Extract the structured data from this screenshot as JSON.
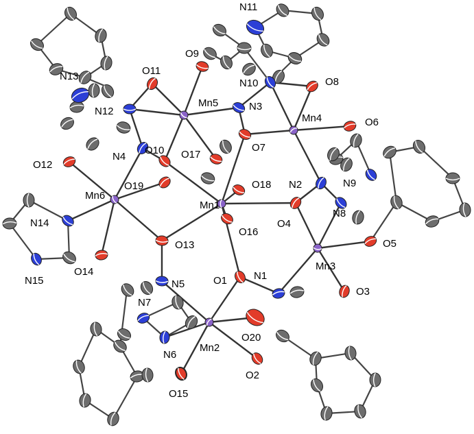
{
  "colors": {
    "metal": "#8a63c9",
    "oxygen": "#e23c2a",
    "nitrogen": "#2c3fd6",
    "carbon": "#6d6d6d",
    "bond": "#333333",
    "ellipsoid_stripe": "#ffffff"
  },
  "atoms": {
    "Mn1": {
      "label": "Mn1",
      "element": "Mn"
    },
    "Mn2": {
      "label": "Mn2",
      "element": "Mn"
    },
    "Mn3": {
      "label": "Mn3",
      "element": "Mn"
    },
    "Mn4": {
      "label": "Mn4",
      "element": "Mn"
    },
    "Mn5": {
      "label": "Mn5",
      "element": "Mn"
    },
    "Mn6": {
      "label": "Mn6",
      "element": "Mn"
    },
    "O1": {
      "label": "O1",
      "element": "O"
    },
    "O2": {
      "label": "O2",
      "element": "O"
    },
    "O3": {
      "label": "O3",
      "element": "O"
    },
    "O4": {
      "label": "O4",
      "element": "O"
    },
    "O5": {
      "label": "O5",
      "element": "O"
    },
    "O6": {
      "label": "O6",
      "element": "O"
    },
    "O7": {
      "label": "O7",
      "element": "O"
    },
    "O8": {
      "label": "O8",
      "element": "O"
    },
    "O9": {
      "label": "O9",
      "element": "O"
    },
    "O10": {
      "label": "O10",
      "element": "O"
    },
    "O11": {
      "label": "O11",
      "element": "O"
    },
    "O12": {
      "label": "O12",
      "element": "O"
    },
    "O13": {
      "label": "O13",
      "element": "O"
    },
    "O14": {
      "label": "O14",
      "element": "O"
    },
    "O15": {
      "label": "O15",
      "element": "O"
    },
    "O16": {
      "label": "O16",
      "element": "O"
    },
    "O17": {
      "label": "O17",
      "element": "O"
    },
    "O18": {
      "label": "O18",
      "element": "O"
    },
    "O19": {
      "label": "O19",
      "element": "O"
    },
    "O20": {
      "label": "O20",
      "element": "O"
    },
    "N1": {
      "label": "N1",
      "element": "N"
    },
    "N2": {
      "label": "N2",
      "element": "N"
    },
    "N3": {
      "label": "N3",
      "element": "N"
    },
    "N4": {
      "label": "N4",
      "element": "N"
    },
    "N5": {
      "label": "N5",
      "element": "N"
    },
    "N6": {
      "label": "N6",
      "element": "N"
    },
    "N7": {
      "label": "N7",
      "element": "N"
    },
    "N8": {
      "label": "N8",
      "element": "N"
    },
    "N9": {
      "label": "N9",
      "element": "N"
    },
    "N10": {
      "label": "N10",
      "element": "N"
    },
    "N11": {
      "label": "N11",
      "element": "N"
    },
    "N12": {
      "label": "N12",
      "element": "N"
    },
    "N13": {
      "label": "N13",
      "element": "N"
    },
    "N14": {
      "label": "N14",
      "element": "N"
    },
    "N15": {
      "label": "N15",
      "element": "N"
    }
  },
  "bonds": [
    [
      "Mn1",
      "O1"
    ],
    [
      "Mn1",
      "O4"
    ],
    [
      "Mn1",
      "O7"
    ],
    [
      "Mn1",
      "O10"
    ],
    [
      "Mn1",
      "O13"
    ],
    [
      "Mn1",
      "O16"
    ],
    [
      "Mn1",
      "O18"
    ],
    [
      "Mn2",
      "O1"
    ],
    [
      "Mn2",
      "O2"
    ],
    [
      "Mn2",
      "N5"
    ],
    [
      "Mn2",
      "N6"
    ],
    [
      "Mn2",
      "O15"
    ],
    [
      "Mn2",
      "O20"
    ],
    [
      "Mn3",
      "N1"
    ],
    [
      "Mn3",
      "O3"
    ],
    [
      "Mn3",
      "O4"
    ],
    [
      "Mn3",
      "O5"
    ],
    [
      "Mn3",
      "N8"
    ],
    [
      "Mn4",
      "O6"
    ],
    [
      "Mn4",
      "O7"
    ],
    [
      "Mn4",
      "O8"
    ],
    [
      "Mn4",
      "N2"
    ],
    [
      "Mn4",
      "N10"
    ],
    [
      "Mn5",
      "O9"
    ],
    [
      "Mn5",
      "O10"
    ],
    [
      "Mn5",
      "O11"
    ],
    [
      "Mn5",
      "O17"
    ],
    [
      "Mn5",
      "N3"
    ],
    [
      "Mn5",
      "N12"
    ],
    [
      "Mn6",
      "O12"
    ],
    [
      "Mn6",
      "O13"
    ],
    [
      "Mn6",
      "O14"
    ],
    [
      "Mn6",
      "O19"
    ],
    [
      "Mn6",
      "N4"
    ],
    [
      "Mn6",
      "N14"
    ],
    [
      "O1",
      "N1"
    ],
    [
      "O4",
      "N2"
    ],
    [
      "N2",
      "N8"
    ],
    [
      "O7",
      "N3"
    ],
    [
      "O10",
      "N4"
    ],
    [
      "N4",
      "N12"
    ],
    [
      "O13",
      "N5"
    ],
    [
      "N3",
      "N10"
    ],
    [
      "N10",
      "O8"
    ],
    [
      "O11",
      "N12"
    ]
  ]
}
